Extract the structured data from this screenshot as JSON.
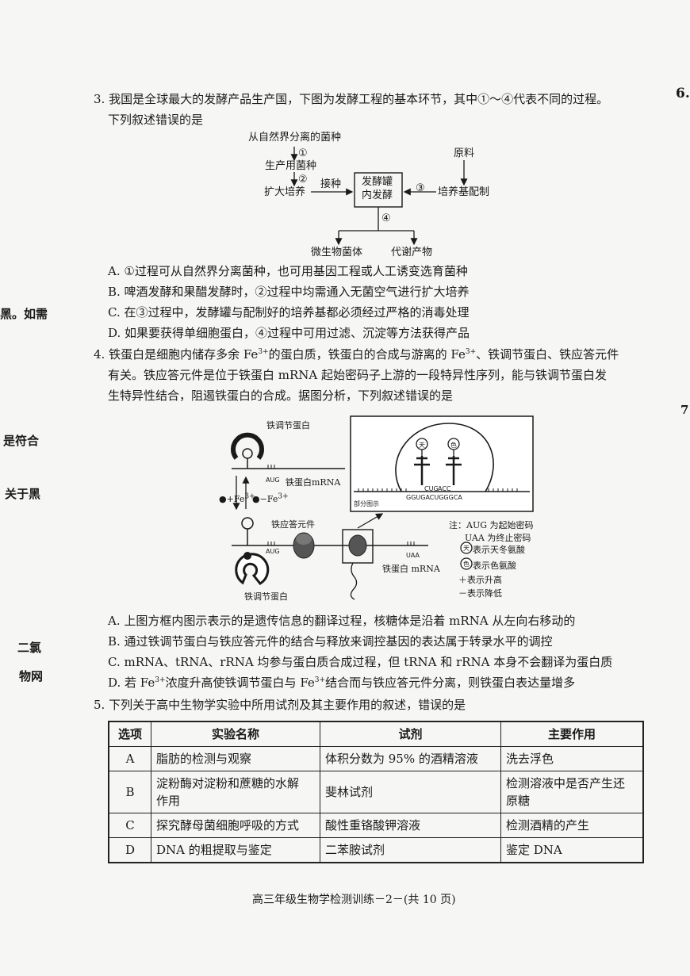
{
  "margin_left": [
    "黑。如需",
    "是符合",
    "关于黑",
    "二氯",
    "物网"
  ],
  "margin_right": [
    "6.",
    "7"
  ],
  "q3": {
    "stem1": "3. 我国是全球最大的发酵产品生产国，下图为发酵工程的基本环节，其中①～④代表不同的过程。",
    "stem2": "下列叙述错误的是",
    "diagram": {
      "source_strain": "从自然界分离的菌种",
      "step1": "①",
      "production_strain": "生产用菌种",
      "step2": "②",
      "expand": "扩大培养",
      "inoculate": "接种",
      "tank_line1": "发酵罐",
      "tank_line2": "内发酵",
      "step3": "③",
      "raw": "原料",
      "medium": "培养基配制",
      "step4": "④",
      "cells": "微生物菌体",
      "metabolites": "代谢产物"
    },
    "options": [
      "A. ①过程可从自然界分离菌种，也可用基因工程或人工诱变选育菌种",
      "B. 啤酒发酵和果醋发酵时，②过程中均需通入无菌空气进行扩大培养",
      "C. 在③过程中，发酵罐与配制好的培养基都必须经过严格的消毒处理",
      "D. 如果要获得单细胞蛋白，④过程中可用过滤、沉淀等方法获得产品"
    ]
  },
  "q4": {
    "stem1a": "4. 铁蛋白是细胞内储存多余 Fe",
    "stem1b": "的蛋白质，铁蛋白的合成与游离的 Fe",
    "stem1c": "、铁调节蛋白、铁应答元件",
    "sup": "3+",
    "stem2": "有关。铁应答元件是位于铁蛋白 mRNA 起始密码子上游的一段特异性序列，能与铁调节蛋白发",
    "stem3": "生特异性结合，阻遏铁蛋白的合成。据图分析，下列叙述错误的是",
    "figure": {
      "irp_top": "铁调节蛋白",
      "aug_top": "AUG",
      "mrna_top": "铁蛋白mRNA",
      "plus_fe": "●+Fe",
      "minus_fe": "●−Fe",
      "ire": "铁应答元件",
      "aug_bottom": "AUG",
      "uaa": "UAA",
      "mrna_bottom": "铁蛋白 mRNA",
      "irp_bottom": "铁调节蛋白",
      "partial": "部分图示",
      "codon1": "CUG",
      "codon2": "ACC",
      "seq": "GGUGACUGGGCA",
      "aa_tian": "天",
      "aa_se": "色",
      "note1": "注：AUG 为起始密码",
      "note2": "UAA 为终止密码",
      "note3": "表示天冬氨酸",
      "note4": "表示色氨酸",
      "note5": "＋表示升高",
      "note6": "－表示降低"
    },
    "optA": "A. 上图方框内图示表示的是遗传信息的翻译过程，核糖体是沿着 mRNA 从左向右移动的",
    "optB": "B. 通过铁调节蛋白与铁应答元件的结合与释放来调控基因的表达属于转录水平的调控",
    "optC": "C. mRNA、tRNA、rRNA 均参与蛋白质合成过程，但 tRNA 和 rRNA 本身不会翻译为蛋白质",
    "optD1": "D. 若 Fe",
    "optD2": "浓度升高使铁调节蛋白与 Fe",
    "optD3": "结合而与铁应答元件分离，则铁蛋白表达量增多"
  },
  "q5": {
    "stem": "5. 下列关于高中生物学实验中所用试剂及其主要作用的叙述，错误的是",
    "headers": [
      "选项",
      "实验名称",
      "试剂",
      "主要作用"
    ],
    "rows": [
      {
        "opt": "A",
        "name1": "脂肪的检测与观察",
        "name2": "",
        "reagent": "体积分数为 95% 的酒精溶液",
        "use1": "洗去浮色",
        "use2": ""
      },
      {
        "opt": "B",
        "name1": "淀粉酶对淀粉和蔗糖的水解",
        "name2": "作用",
        "reagent": "斐林试剂",
        "use1": "检测溶液中是否产生还",
        "use2": "原糖"
      },
      {
        "opt": "C",
        "name1": "探究酵母菌细胞呼吸的方式",
        "name2": "",
        "reagent": "酸性重铬酸钾溶液",
        "use1": "检测酒精的产生",
        "use2": ""
      },
      {
        "opt": "D",
        "name1": "DNA 的粗提取与鉴定",
        "name2": "",
        "reagent": "二苯胺试剂",
        "use1": "鉴定 DNA",
        "use2": ""
      }
    ]
  },
  "footer": "高三年级生物学检测训练－2－(共 10 页)"
}
